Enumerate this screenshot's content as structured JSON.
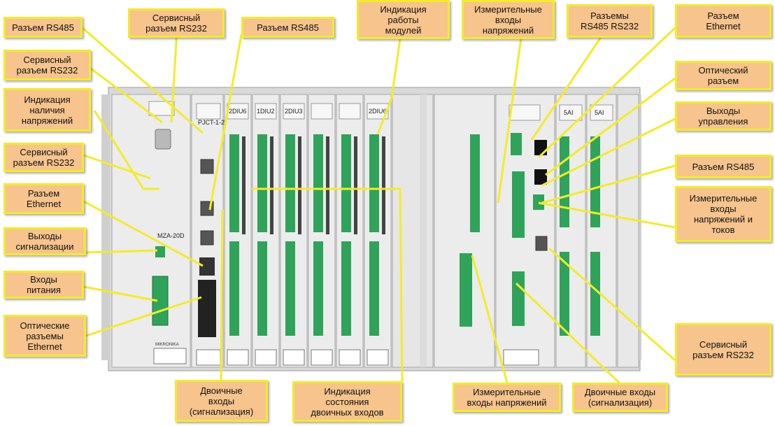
{
  "labels": {
    "rs485_top_left": "Разъем RS485",
    "service_rs232_top": "Сервисный\nразъем RS232",
    "rs485_top_mid": "Разъем RS485",
    "module_indication": "Индикация\nработы\nмодулей",
    "voltage_inputs_top": "Измерительные\nвходы\nнапряжений",
    "rs485_rs232_connectors": "Разъемы\nRS485 RS232",
    "ethernet_top_right": "Разъем\nEthernet",
    "service_rs232_left2": "Сервисный\nразъем RS232",
    "optical_connector": "Оптический\nразъем",
    "voltage_presence": "Индикация\nналичия\nнапряжений",
    "control_outputs": "Выходы\nуправления",
    "service_rs232_left3": "Сервисный\nразъем RS232",
    "rs485_right": "Разъем RS485",
    "ethernet_left": "Разъем\nEthernet",
    "voltage_current_inputs": "Измерительные\nвходы\nнапряжений  и\nтоков",
    "alarm_outputs": "Выходы\nсигнализации",
    "power_inputs": "Входы\nпитания",
    "optical_ethernet": "Оптические\nразъемы\nEthernet",
    "service_rs232_right": "Сервисный\nразъем RS232",
    "binary_inputs_bottom": "Двоичные\nвходы\n(сигнализация)",
    "binary_state_indication": "Индикация\nсостояния\nдвоичных входов",
    "voltage_inputs_bottom": "Измерительные\nвходы напряжений",
    "binary_inputs_alarm": "Двоичные входы\n(сигнализация)"
  },
  "device": {
    "module_names": [
      "PJCT-1-2",
      "2DIU6",
      "1DIU2",
      "2DIU3",
      "",
      "",
      "2DIU6"
    ],
    "right_module_names": [
      "5AI",
      "5AI"
    ],
    "front_text": "MZA-20D",
    "brand": "MIKRONIKA"
  },
  "colors": {
    "label_fill": "#f6c48c",
    "label_border": "#f2ec2a",
    "leader_line": "#f2ec2a",
    "terminal_green": "#2fa35a",
    "chassis": "#e3e3e3"
  }
}
